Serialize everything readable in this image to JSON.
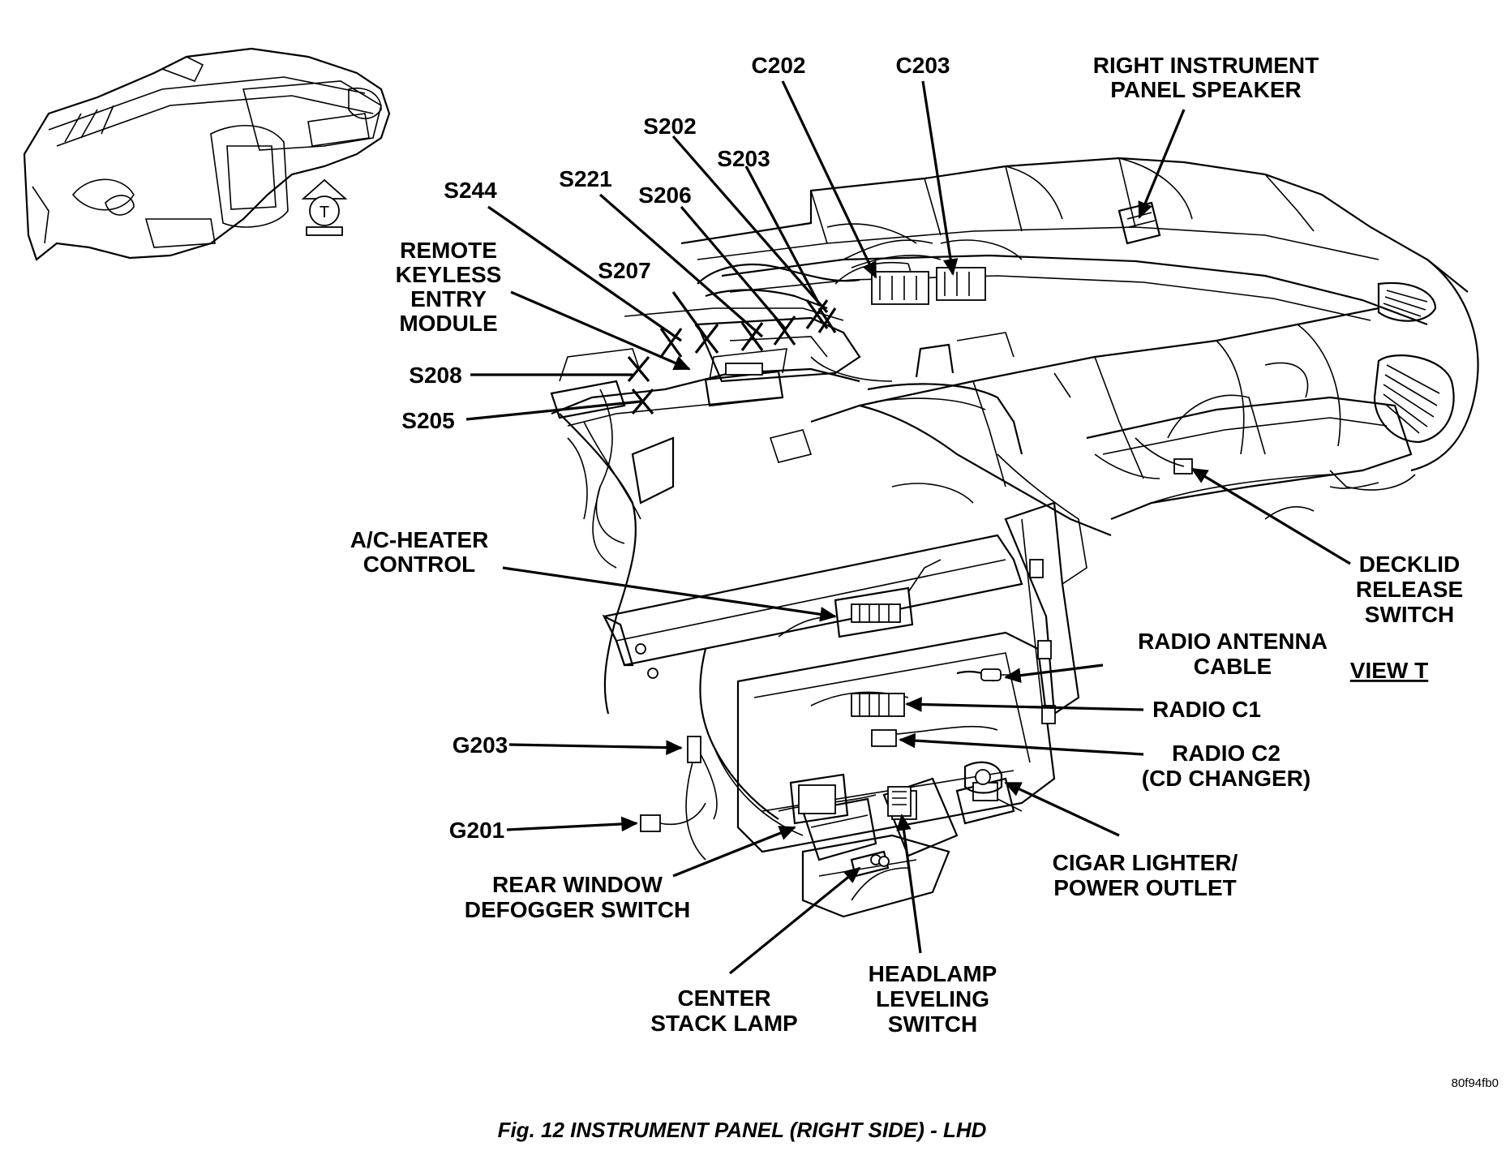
{
  "labels": {
    "c202": "C202",
    "c203": "C203",
    "right_speaker": [
      "RIGHT INSTRUMENT",
      "PANEL SPEAKER"
    ],
    "s202": "S202",
    "s203": "S203",
    "s221": "S221",
    "s206": "S206",
    "s244": "S244",
    "remote_keyless": [
      "REMOTE",
      "KEYLESS",
      "ENTRY",
      "MODULE"
    ],
    "s207": "S207",
    "s208": "S208",
    "s205": "S205",
    "ac_heater": [
      "A/C-HEATER",
      "CONTROL"
    ],
    "decklid": [
      "DECKLID",
      "RELEASE",
      "SWITCH"
    ],
    "radio_antenna": [
      "RADIO ANTENNA",
      "CABLE"
    ],
    "view_t": "VIEW T",
    "radio_c1": "RADIO C1",
    "radio_c2": [
      "RADIO C2",
      "(CD CHANGER)"
    ],
    "g203": "G203",
    "g201": "G201",
    "rear_window": [
      "REAR WINDOW",
      "DEFOGGER SWITCH"
    ],
    "cigar": [
      "CIGAR LIGHTER/",
      "POWER OUTLET"
    ],
    "center_stack": [
      "CENTER",
      "STACK LAMP"
    ],
    "headlamp": [
      "HEADLAMP",
      "LEVELING",
      "SWITCH"
    ],
    "view_marker": "T"
  },
  "image_code": "80f94fb0",
  "caption": "Fig. 12 INSTRUMENT PANEL (RIGHT SIDE) - LHD"
}
